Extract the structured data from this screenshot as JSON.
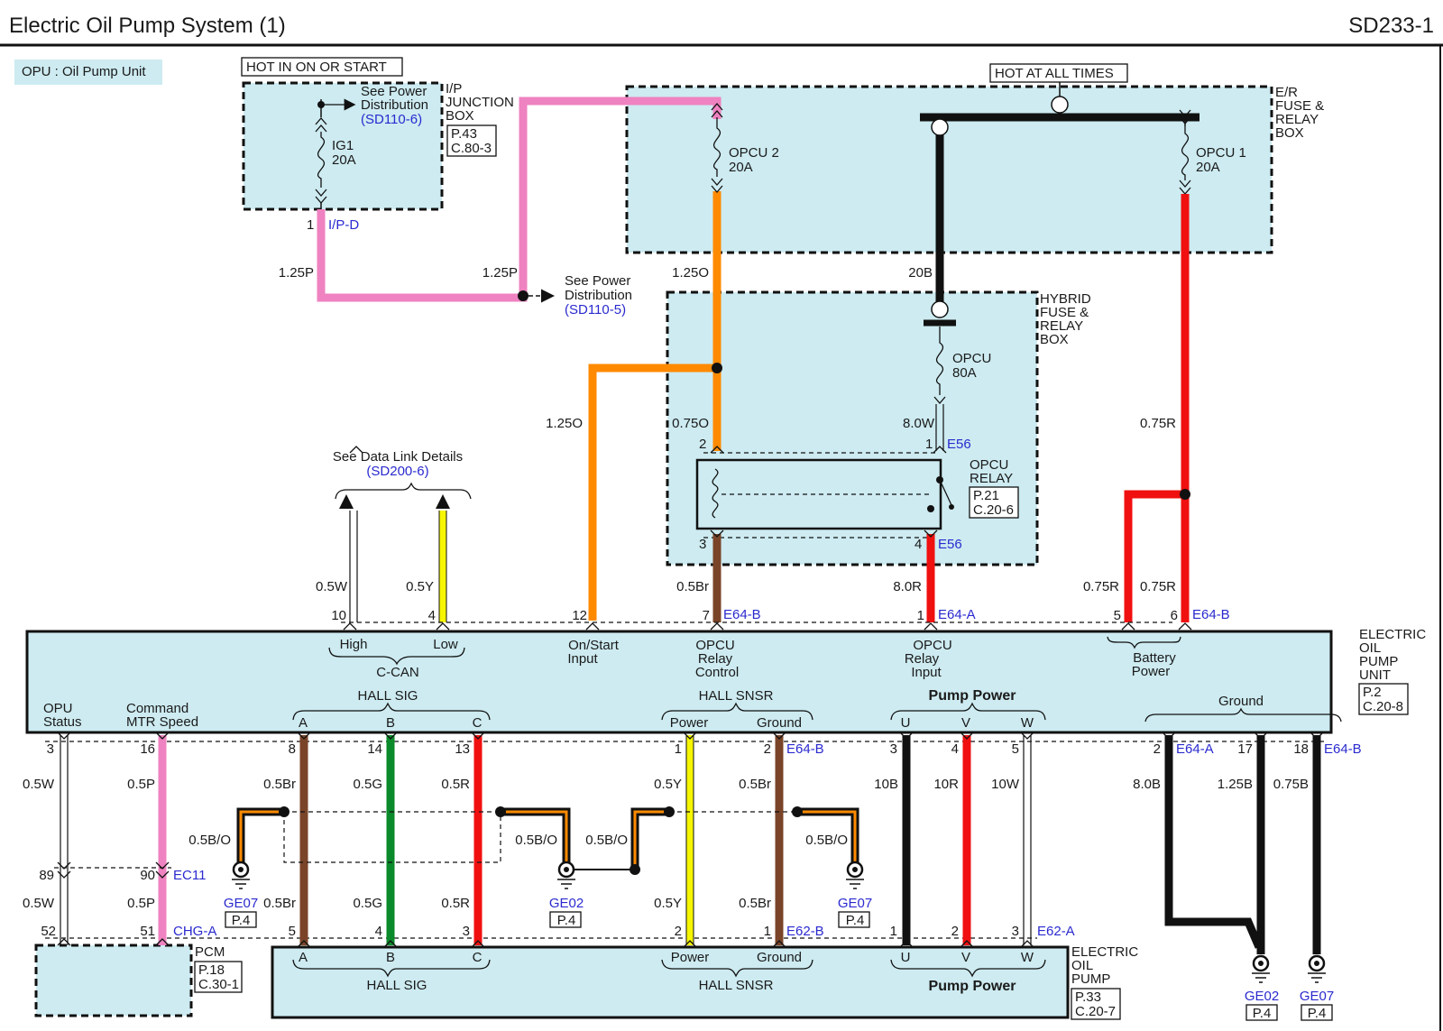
{
  "header": {
    "title": "Electric Oil Pump System (1)",
    "page_code": "SD233-1"
  },
  "legend": {
    "abbrev": "OPU : Oil Pump Unit"
  },
  "ip_junction": {
    "hot_label": "HOT IN ON OR START",
    "name": [
      "I/P",
      "JUNCTION",
      "BOX"
    ],
    "ref": [
      "P.43",
      "C.80-3"
    ],
    "fuse_name": "IG1",
    "fuse_rating": "20A",
    "see_power": [
      "See Power",
      "Distribution"
    ],
    "see_power_ref": "(SD110-6)",
    "pin": "1",
    "connector": "I/P-D"
  },
  "er_box": {
    "hot_label": "HOT AT ALL TIMES",
    "name": [
      "E/R",
      "FUSE &",
      "RELAY",
      "BOX"
    ],
    "fuse1_name": "OPCU 2",
    "fuse1_rating": "20A",
    "fuse2_name": "OPCU 1",
    "fuse2_rating": "20A"
  },
  "hybrid_box": {
    "name": [
      "HYBRID",
      "FUSE &",
      "RELAY",
      "BOX"
    ],
    "fuse_name": "OPCU",
    "fuse_rating": "80A",
    "relay_name": [
      "OPCU",
      "RELAY"
    ],
    "relay_ref": [
      "P.21",
      "C.20-6"
    ],
    "pin_2": "2",
    "pin_1": "1",
    "pin_3": "3",
    "pin_4": "4",
    "conn_top": "E56",
    "conn_bottom": "E56"
  },
  "mid_power": {
    "see_power": [
      "See Power",
      "Distribution"
    ],
    "see_power_ref": "(SD110-5)"
  },
  "data_link": {
    "text": "See Data Link Details",
    "ref": "(SD200-6)"
  },
  "wires": {
    "p125_a": "1.25P",
    "p125_b": "1.25P",
    "o125_a": "1.25O",
    "o125_b": "1.25O",
    "o075": "0.75O",
    "b20": "20B",
    "w80": "8.0W",
    "r075": "0.75R",
    "w05": "0.5W",
    "y05": "0.5Y",
    "br05": "0.5Br",
    "r80": "8.0R",
    "r075a": "0.75R",
    "r075b": "0.75R"
  },
  "opu_top_pins": {
    "p10": "10",
    "p4": "4",
    "p12": "12",
    "p7": "7",
    "c7": "E64-B",
    "p1": "1",
    "c1": "E64-A",
    "p5": "5",
    "p6": "6",
    "c6": "E64-B"
  },
  "opu": {
    "name": [
      "ELECTRIC",
      "OIL",
      "PUMP",
      "UNIT"
    ],
    "ref": [
      "P.2",
      "C.20-8"
    ],
    "high": "High",
    "low": "Low",
    "ccan": "C-CAN",
    "on_start": [
      "On/Start",
      "Input"
    ],
    "relay_control": [
      "OPCU",
      "Relay",
      "Control"
    ],
    "relay_input": [
      "OPCU",
      "Relay",
      "Input"
    ],
    "battery": [
      "Battery",
      "Power"
    ],
    "status": [
      "OPU",
      "Status"
    ],
    "cmd": [
      "Command",
      "MTR Speed"
    ],
    "hall_sig": "HALL SIG",
    "hall_snsr": "HALL SNSR",
    "pump_power": "Pump Power",
    "ground": "Ground",
    "a": "A",
    "b": "B",
    "c": "C",
    "power": "Power",
    "ground_s": "Ground",
    "u": "U",
    "v": "V",
    "w": "W"
  },
  "opu_bottom_pins": {
    "p3": "3",
    "p16": "16",
    "p8": "8",
    "p14": "14",
    "p13": "13",
    "p1": "1",
    "p2": "2",
    "c2": "E64-B",
    "pu3": "3",
    "pv4": "4",
    "pw5": "5",
    "g2": "2",
    "gc2": "E64-A",
    "g17": "17",
    "g18": "18",
    "gc18": "E64-B"
  },
  "lower_wires": {
    "w05a": "0.5W",
    "p05a": "0.5P",
    "br05a": "0.5Br",
    "g05a": "0.5G",
    "r05a": "0.5R",
    "y05a": "0.5Y",
    "br05b": "0.5Br",
    "b10": "10B",
    "r10": "10R",
    "w10": "10W",
    "b80": "8.0B",
    "b125": "1.25B",
    "b075": "0.75B",
    "w05b": "0.5W",
    "p05b": "0.5P",
    "br05c": "0.5Br",
    "g05b": "0.5G",
    "r05b": "0.5R",
    "y05b": "0.5Y",
    "br05d": "0.5Br",
    "bo1": "0.5B/O",
    "bo2": "0.5B/O",
    "bo3": "0.5B/O",
    "bo4": "0.5B/O"
  },
  "grounds": {
    "ge07a": "GE07",
    "ge07a_ref": "P.4",
    "ge02a": "GE02",
    "ge02a_ref": "P.4",
    "ge07b": "GE07",
    "ge07b_ref": "P.4",
    "ge02b": "GE02",
    "ge02b_ref": "P.4",
    "ge07c": "GE07",
    "ge07c_ref": "P.4"
  },
  "ec11": {
    "p89": "89",
    "p90": "90",
    "conn": "EC11"
  },
  "pcm": {
    "name": "PCM",
    "ref": [
      "P.18",
      "C.30-1"
    ],
    "p52": "52",
    "p51": "51",
    "conn": "CHG-A"
  },
  "pump_pins": {
    "p5": "5",
    "p4": "4",
    "p3": "3",
    "p2": "2",
    "p1": "1",
    "conn": "E62-B",
    "u1": "1",
    "v2": "2",
    "w3": "3",
    "conn2": "E62-A"
  },
  "pump": {
    "name": [
      "ELECTRIC",
      "OIL",
      "PUMP"
    ],
    "ref": [
      "P.33",
      "C.20-7"
    ],
    "a": "A",
    "b": "B",
    "c": "C",
    "power": "Power",
    "ground": "Ground",
    "u": "U",
    "v": "V",
    "w": "W",
    "hall_sig": "HALL SIG",
    "hall_snsr": "HALL SNSR",
    "pump_power": "Pump Power"
  },
  "colors": {
    "pink": "#ef82c0",
    "orange": "#ff8a00",
    "red": "#f01010",
    "brown": "#7a4428",
    "green": "#0a8a2a",
    "yellow": "#f6f600",
    "black": "#111111",
    "box": "#cdebf1"
  }
}
